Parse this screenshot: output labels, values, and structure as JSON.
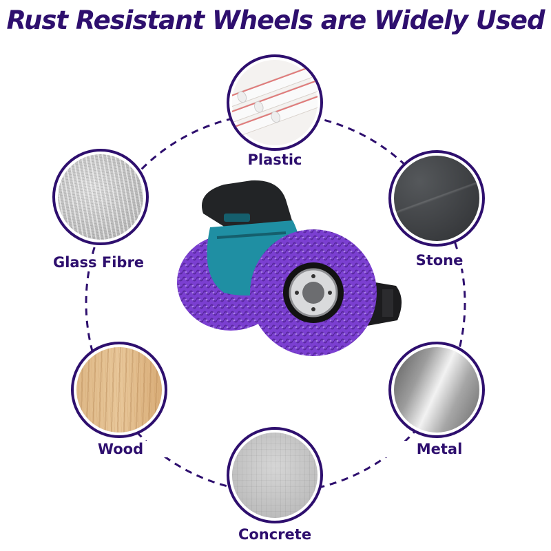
{
  "title": "Rust Resistant Wheels are Widely Used",
  "materials": [
    {
      "name": "Plastic",
      "icon": "plastic-pipes-icon"
    },
    {
      "name": "Stone",
      "icon": "stone-texture-icon"
    },
    {
      "name": "Metal",
      "icon": "metal-texture-icon"
    },
    {
      "name": "Concrete",
      "icon": "concrete-texture-icon"
    },
    {
      "name": "Wood",
      "icon": "wood-texture-icon"
    },
    {
      "name": "Glass Fibre",
      "icon": "glass-fibre-texture-icon"
    }
  ],
  "product": {
    "icon": "orbital-sander-with-purple-strip-disc-icon",
    "colors": {
      "tool_body": "#1f8fa3",
      "grip": "#222426",
      "disc": "#7b3fd1"
    }
  },
  "colors": {
    "accent": "#2e0f6e",
    "background": "#ffffff"
  }
}
